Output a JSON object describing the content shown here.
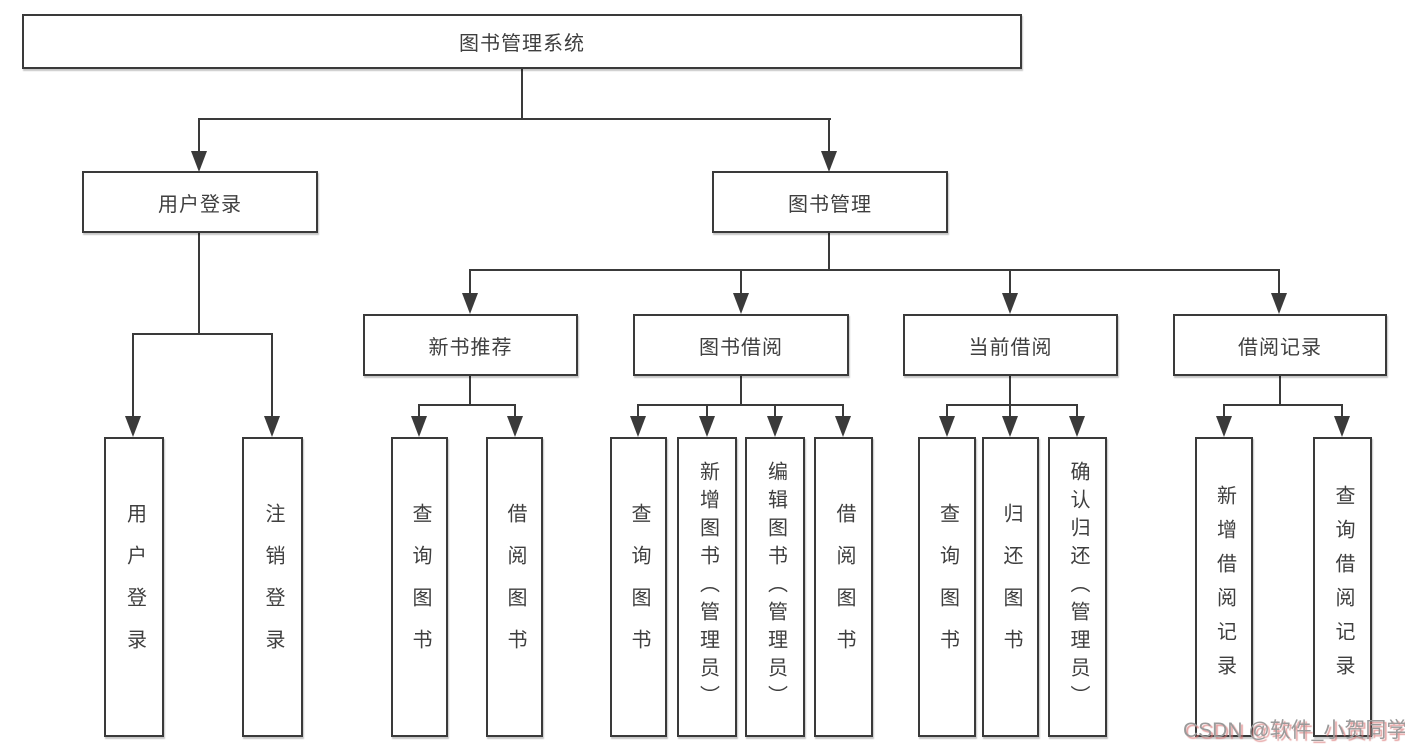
{
  "tree": {
    "label": "图书管理系统",
    "children": [
      {
        "label": "用户登录",
        "children": [
          {
            "label": "用户登录"
          },
          {
            "label": "注销登录"
          }
        ]
      },
      {
        "label": "图书管理",
        "children": [
          {
            "label": "新书推荐",
            "children": [
              {
                "label": "查询图书"
              },
              {
                "label": "借阅图书"
              }
            ]
          },
          {
            "label": "图书借阅",
            "children": [
              {
                "label": "查询图书"
              },
              {
                "label": "新增图书（管理员）"
              },
              {
                "label": "编辑图书（管理员）"
              },
              {
                "label": "借阅图书"
              }
            ]
          },
          {
            "label": "当前借阅",
            "children": [
              {
                "label": "查询图书"
              },
              {
                "label": "归还图书"
              },
              {
                "label": "确认归还（管理员）"
              }
            ]
          },
          {
            "label": "借阅记录",
            "children": [
              {
                "label": "新增借阅记录"
              },
              {
                "label": "查询借阅记录"
              }
            ]
          }
        ]
      }
    ]
  },
  "watermark": "CSDN @软件_小贺同学",
  "colors": {
    "line": "#3a3a3a",
    "text": "#3f3f3f",
    "background": "#ffffff",
    "watermark": "#9a9a9a",
    "watermark_shadow": "#d97878"
  }
}
